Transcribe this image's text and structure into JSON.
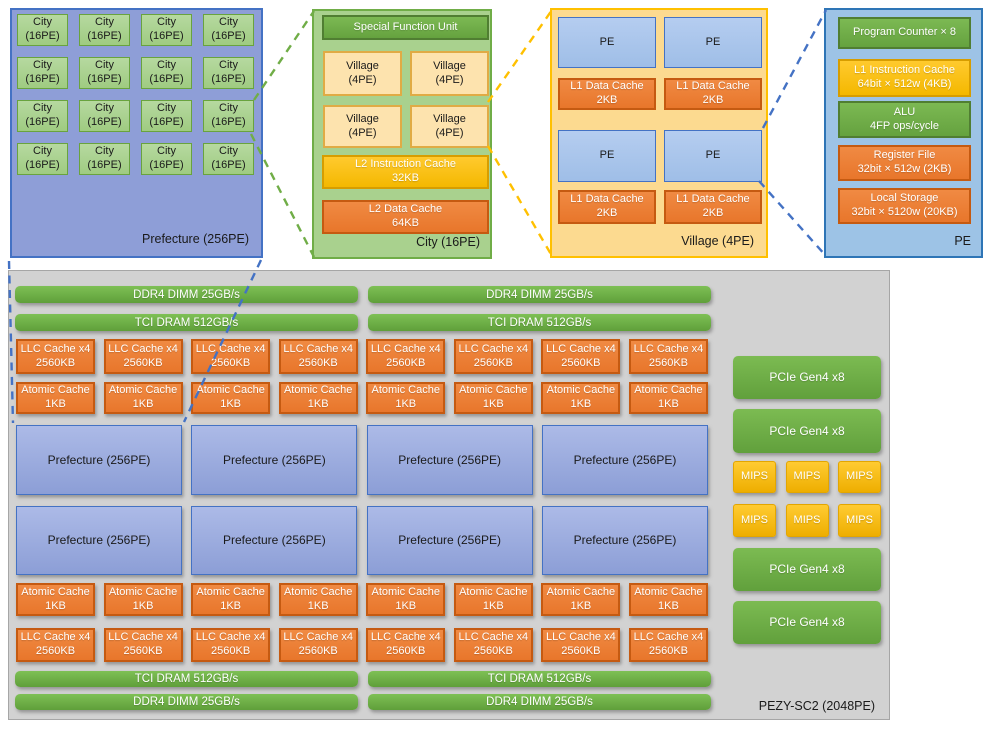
{
  "panels": {
    "prefecture": {
      "label": "Prefecture (256PE)",
      "city": {
        "l1": "City",
        "l2": "(16PE)"
      }
    },
    "city": {
      "label": "City (16PE)",
      "sfu": "Special Function Unit",
      "village": {
        "l1": "Village",
        "l2": "(4PE)"
      },
      "l2_icache": {
        "l1": "L2 Instruction Cache",
        "l2": "32KB"
      },
      "l2_dcache": {
        "l1": "L2 Data Cache",
        "l2": "64KB"
      }
    },
    "village": {
      "label": "Village (4PE)",
      "pe": "PE",
      "l1_dcache": {
        "l1": "L1 Data Cache",
        "l2": "2KB"
      }
    },
    "pe": {
      "label": "PE",
      "program_counter": "Program Counter × 8",
      "l1_icache": {
        "l1": "L1 Instruction Cache",
        "l2": "64bit × 512w (4KB)"
      },
      "alu": {
        "l1": "ALU",
        "l2": "4FP ops/cycle"
      },
      "register_file": {
        "l1": "Register File",
        "l2": "32bit × 512w (2KB)"
      },
      "local_storage": {
        "l1": "Local Storage",
        "l2": "32bit × 5120w (20KB)"
      }
    },
    "chip": {
      "label": "PEZY-SC2 (2048PE)",
      "ddr4": "DDR4 DIMM 25GB/s",
      "tci": "TCI DRAM 512GB/s",
      "llc": {
        "l1": "LLC Cache x4",
        "l2": "2560KB"
      },
      "atomic": {
        "l1": "Atomic Cache",
        "l2": "1KB"
      },
      "prefecture": "Prefecture (256PE)",
      "pcie": "PCIe Gen4 x8",
      "mips": "MIPS"
    }
  },
  "colors": {
    "panel_blue": "#8E9ED7",
    "panel_blue_border": "#4472C4",
    "panel_green": "#A9D18E",
    "panel_green_border": "#70AD47",
    "panel_gold": "#FCDA90",
    "panel_gold_border": "#FFC000",
    "panel_sky": "#9DC3E6",
    "panel_sky_border": "#2E75B6",
    "box_green": "#70AD47",
    "box_green_border": "#507E32",
    "box_gold": "#FFC000",
    "box_gold_border": "#D79D00",
    "box_orange": "#ED7D31",
    "box_orange_border": "#C55A11",
    "box_cream": "#FDE3AE",
    "box_cream_border": "#E0AB45",
    "box_city": "#A9D18E",
    "box_city_border": "#69A33E",
    "box_pe_blue": "#A9C6EA",
    "box_pe_blue_border": "#4472C4",
    "chip_gray": "#D2D2D2",
    "chip_gray_border": "#A6A6A6",
    "connector_green": "#70AD47",
    "connector_gold": "#FFC000",
    "connector_blue": "#4472C4"
  }
}
